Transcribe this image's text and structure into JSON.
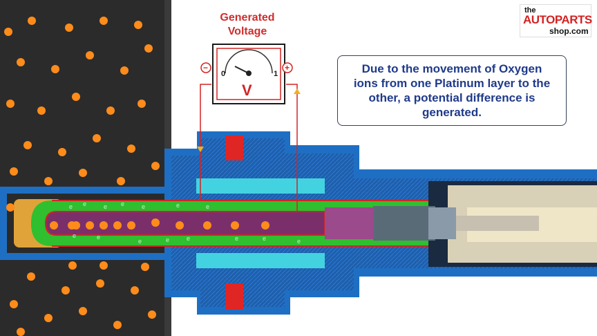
{
  "diagram": {
    "voltage_title_line1": "Generated",
    "voltage_title_line2": "Voltage",
    "gauge": {
      "min_label": "0",
      "max_label": "1",
      "negative_label": "−",
      "positive_label": "+",
      "unit_label": "V"
    },
    "caption": "Due to the movement of Oxygen ions from one Platinum layer to the other, a potential difference is generated.",
    "electron_label": "e",
    "logo": {
      "line1": "the",
      "line2": "AUTOPARTS",
      "line3": "shop.com"
    }
  },
  "colors": {
    "exhaust": "#2b2b2b",
    "oxygen_particle": "#ff8c1a",
    "housing_blue": "#1e6fc4",
    "ceramic_green": "#2fbf2f",
    "platinum_red": "#d32323",
    "inner_purple": "#7a2f6b",
    "caption_text": "#1f3a8a",
    "cyan_part": "#43d3e0"
  }
}
